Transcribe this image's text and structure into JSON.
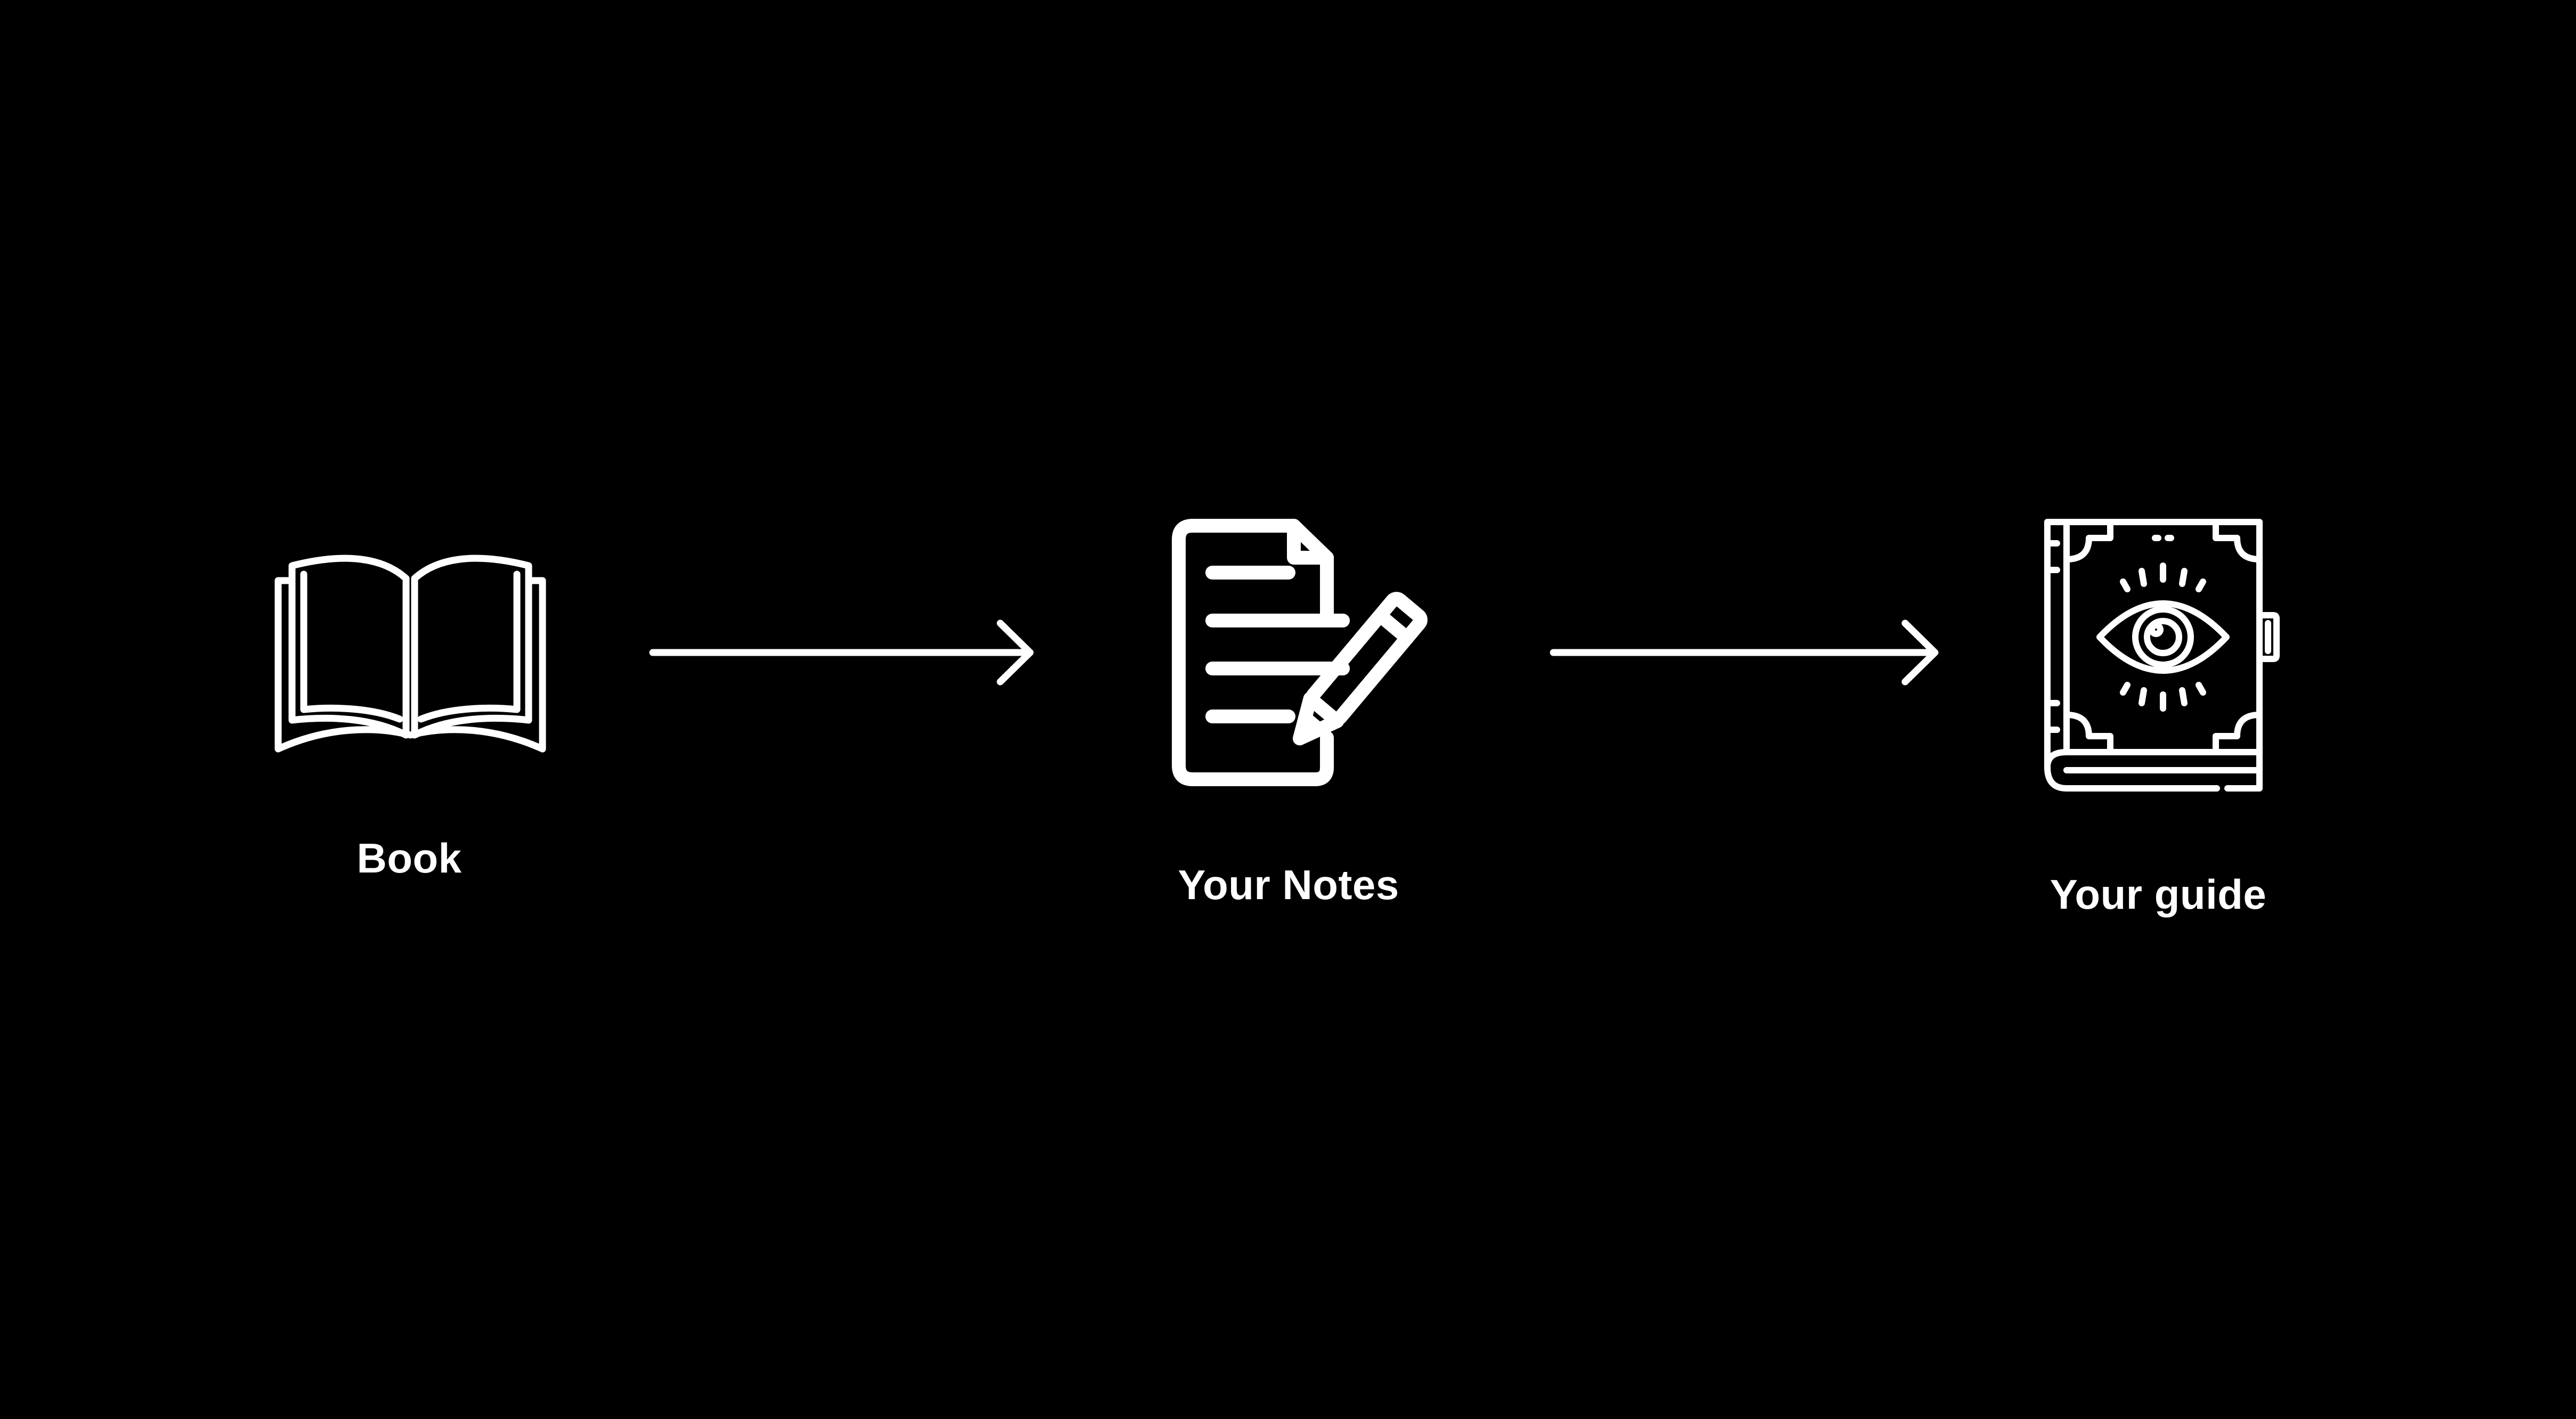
{
  "diagram": {
    "background": "#000000",
    "stroke_color": "#ffffff",
    "nodes": [
      {
        "id": "book",
        "label": "Book",
        "icon": "open-book-icon"
      },
      {
        "id": "notes",
        "label": "Your Notes",
        "icon": "notes-pencil-icon"
      },
      {
        "id": "guide",
        "label": "Your guide",
        "icon": "guide-book-eye-icon"
      }
    ],
    "edges": [
      {
        "from": "book",
        "to": "notes"
      },
      {
        "from": "notes",
        "to": "guide"
      }
    ]
  }
}
